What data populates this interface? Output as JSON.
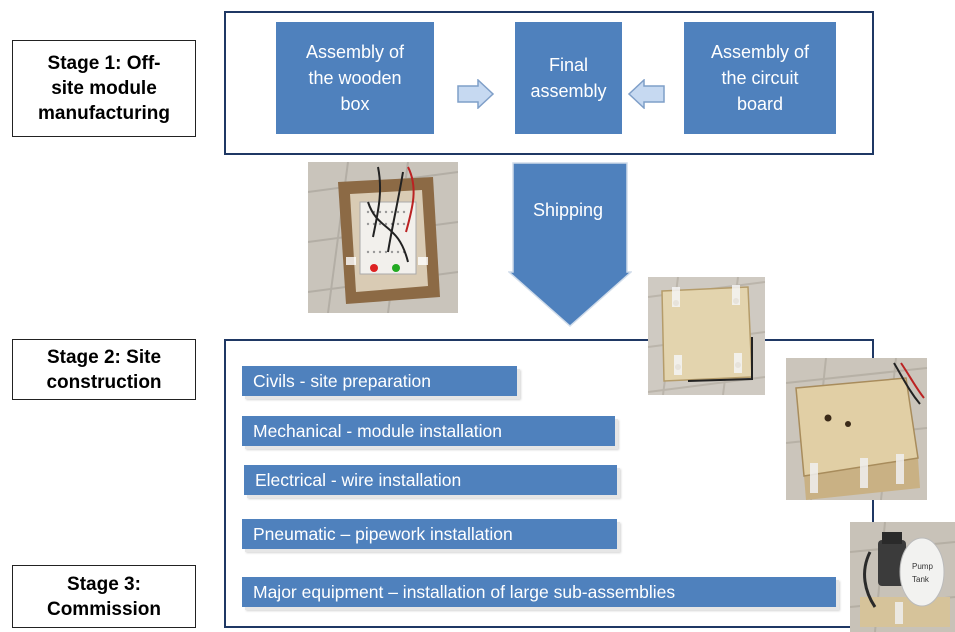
{
  "stages": {
    "stage1": "Stage 1: Off-\nsite module\nmanufacturing",
    "stage2": "Stage 2: Site\nconstruction",
    "stage3": "Stage 3:\nCommission"
  },
  "stage1_boxes": {
    "wooden_box": "Assembly of\nthe wooden\nbox",
    "final": "Final\nassembly",
    "circuit_board": "Assembly of\nthe circuit\nboard"
  },
  "shipping": "Shipping",
  "tasks": [
    "Civils - site preparation",
    "Mechanical - module installation",
    "Electrical - wire installation",
    "Pneumatic – pipework installation",
    "Major equipment – installation of large sub-assemblies"
  ],
  "photo_text": {
    "tank_label": [
      "Pump",
      "Tank"
    ]
  },
  "colors": {
    "box_fill": "#4f81bd",
    "frame_border": "#1f3864",
    "arrow_fill": "#c6d9f1",
    "arrow_border": "#7f9fc8"
  }
}
